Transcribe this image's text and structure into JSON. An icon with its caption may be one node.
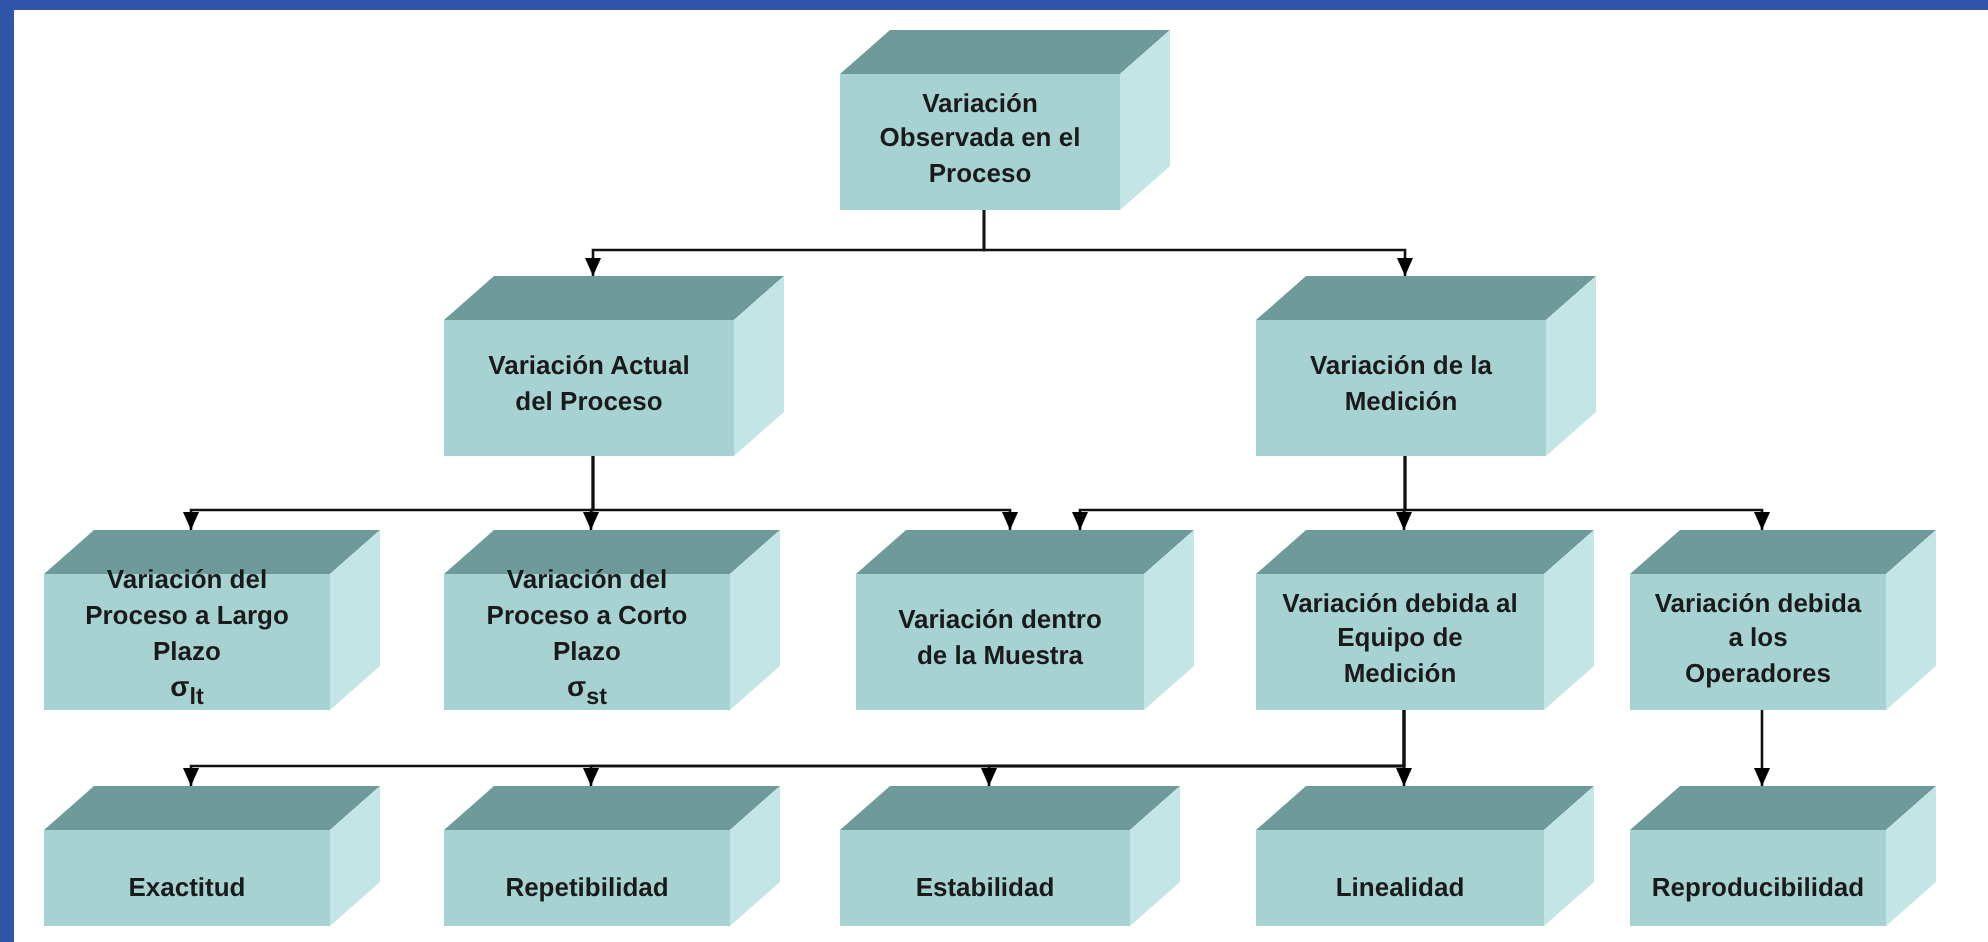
{
  "diagram": {
    "nodes": [
      {
        "text": [
          "Variación Observada en el Proceso"
        ]
      },
      {
        "text": [
          "Variación Actual del Proceso"
        ]
      },
      {
        "text": [
          "Variación de la Medición"
        ]
      },
      {
        "text": [
          "Variación del Proceso a Largo Plazo",
          "σ$_{lt}$"
        ]
      },
      {
        "text": [
          "Variación del Proceso a Corto Plazo",
          "σ$_{st}$"
        ]
      },
      {
        "text": [
          "Variación dentro de la Muestra"
        ]
      },
      {
        "text": [
          "Variación debida al Equipo de Medición"
        ]
      },
      {
        "text": [
          "Variación debida a los Operadores"
        ]
      },
      {
        "text": [
          "Exactitud"
        ]
      },
      {
        "text": [
          "Repetibilidad"
        ]
      },
      {
        "text": [
          "Estabilidad"
        ]
      },
      {
        "text": [
          "Linealidad"
        ]
      },
      {
        "text": [
          "Reproducibilidad"
        ]
      }
    ],
    "edges": [
      {
        "from": 0,
        "to": 1,
        "arrow": "to"
      },
      {
        "from": 0,
        "to": 2,
        "arrow": "to"
      },
      {
        "from": 1,
        "to": 3,
        "arrow": "to"
      },
      {
        "from": 1,
        "to": 4,
        "arrow": "to"
      },
      {
        "from": 1,
        "to": 5,
        "arrow": "to"
      },
      {
        "from": 2,
        "to": 5,
        "arrow": "to"
      },
      {
        "from": 2,
        "to": 6,
        "arrow": "to"
      },
      {
        "from": 2,
        "to": 7,
        "arrow": "to"
      },
      {
        "from": 6,
        "to": 8,
        "arrow": "to"
      },
      {
        "from": 6,
        "to": 9,
        "arrow": "to"
      },
      {
        "from": 6,
        "to": 10,
        "arrow": "to"
      },
      {
        "from": 6,
        "to": 11,
        "arrow": "to"
      },
      {
        "from": 7,
        "to": 12,
        "arrow": "to"
      }
    ]
  }
}
